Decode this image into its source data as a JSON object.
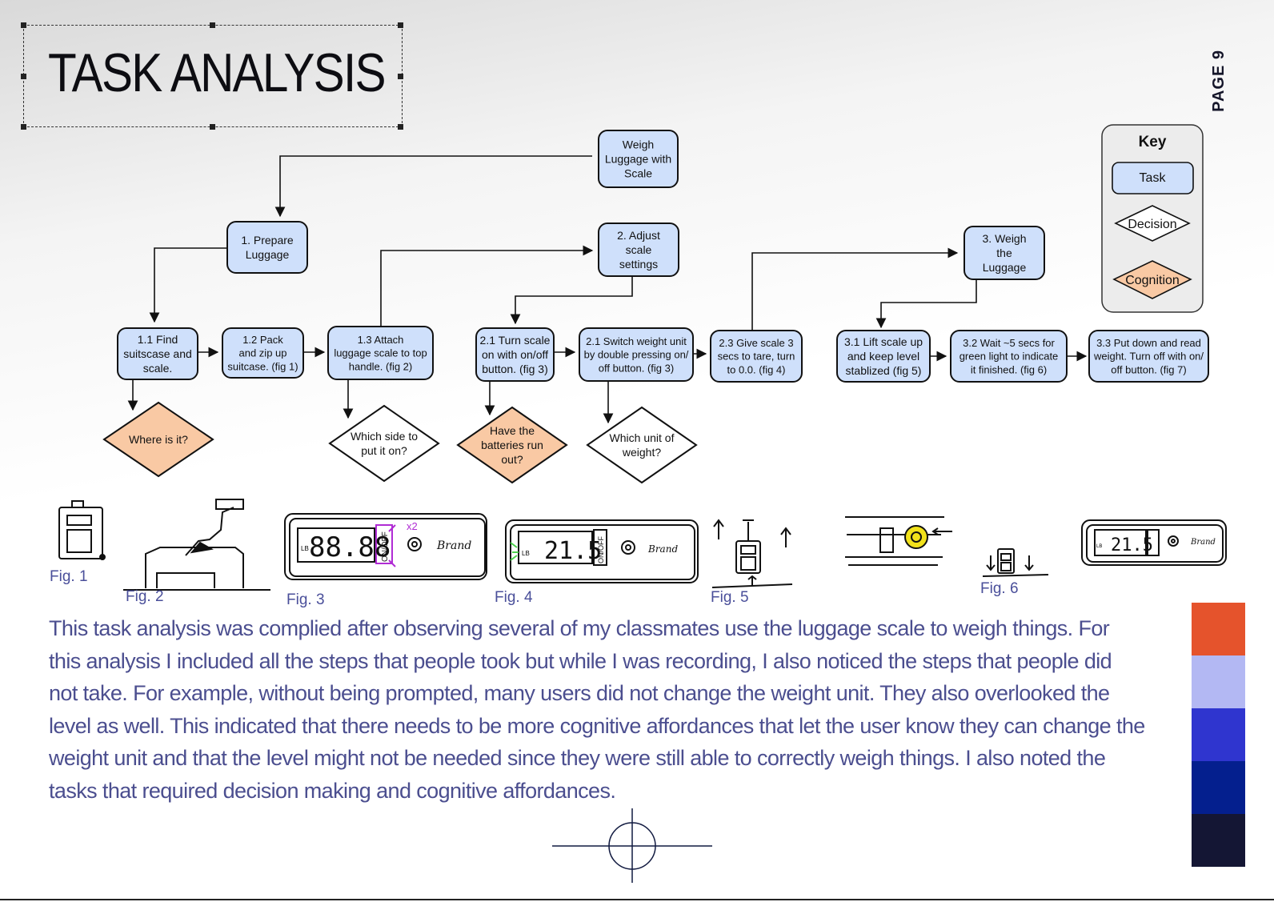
{
  "title": "TASK ANALYSIS",
  "page_label": "PAGE 9",
  "key": {
    "title": "Key",
    "task_label": "Task",
    "decision_label": "Decision",
    "cognition_label": "Cognition"
  },
  "nodes": {
    "root": [
      "Weigh",
      "Luggage with",
      "Scale"
    ],
    "n1": [
      "1. Prepare",
      "Luggage"
    ],
    "n2": [
      "2. Adjust",
      "scale",
      "settings"
    ],
    "n3": [
      "3. Weigh",
      "the",
      "Luggage"
    ],
    "n11": [
      "1.1 Find",
      "suitscase and",
      "scale."
    ],
    "n12": [
      "1.2 Pack",
      "and zip up",
      "suitcase. (fig 1)"
    ],
    "n13": [
      "1.3 Attach",
      "luggage scale to top",
      "handle. (fig 2)"
    ],
    "n21": [
      "2.1 Turn scale",
      "on with on/off",
      "button. (fig 3)"
    ],
    "n22": [
      "2.1 Switch weight unit",
      "by double pressing on/",
      "off button. (fig 3)"
    ],
    "n23": [
      "2.3 Give scale 3",
      "secs to tare, turn",
      "to 0.0. (fig 4)"
    ],
    "n31": [
      "3.1 Lift scale up",
      "and keep level",
      "stablized (fig 5)"
    ],
    "n32": [
      "3.2 Wait ~5 secs for",
      "green light to indicate",
      "it finished. (fig 6)"
    ],
    "n33": [
      "3.3 Put down and read",
      "weight. Turn off with on/",
      "off button. (fig 7)"
    ],
    "d_where": [
      "Where is it?"
    ],
    "d_side": [
      "Which side to",
      "put it on?"
    ],
    "d_batteries": [
      "Have the",
      "batteries run",
      "out?"
    ],
    "d_unit": [
      "Which unit of",
      "weight?"
    ]
  },
  "figures": {
    "fig1": "Fig. 1",
    "fig2": "Fig. 2",
    "fig3": "Fig. 3",
    "fig4": "Fig. 4",
    "fig5": "Fig. 5",
    "fig6": "Fig. 6",
    "sketch_display_3": "88.88",
    "sketch_display_4": "21.5",
    "sketch_display_7": "21.5",
    "sketch_brand": "Brand",
    "sketch_onoff": "ON/OFF",
    "sketch_lb": "LB",
    "sketch_x2": "x2"
  },
  "paragraph": "This task analysis was complied after observing several of my classmates use the luggage scale to weigh things. For this analysis I included all the steps that people took but while I was recording, I also noticed the steps that people did not take. For example, without being prompted, many users did not change the weight unit. They also overlooked the level as well. This indicated that there needs to be more cognitive affordances that let the user know they can change the weight unit and that the level might not be needed since they were still able to correctly weigh things. I also noted the tasks that required decision making and cognitive affordances.",
  "colors": {
    "task_fill": "#cfe0fb",
    "cognition_fill": "#f9c9a4",
    "decision_fill": "#ffffff",
    "key_bg": "#ececec",
    "paragraph_text": "#4b4e8f",
    "swatches": [
      "#e5532c",
      "#b3b8f3",
      "#2f35cf",
      "#041f8e",
      "#141634"
    ]
  }
}
